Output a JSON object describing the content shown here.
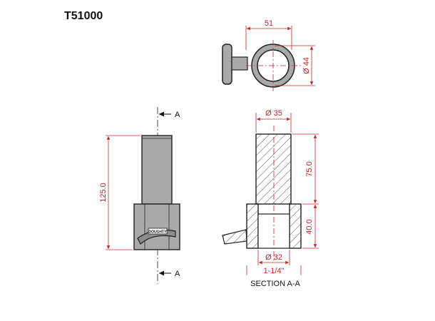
{
  "drawing": {
    "title": "T51000",
    "section_caption": "SECTION A-A",
    "section_marker": "A",
    "logo_text": "DOUGHTY"
  },
  "dimensions": {
    "top_width": "51",
    "top_diameter": "Ø 44",
    "overall_height": "125.0",
    "section_diameter_top": "Ø 35",
    "section_height_upper": "75.0",
    "section_height_lower": "40.0",
    "bore_diameter": "Ø 32",
    "thread": "1-1/4\""
  },
  "colors": {
    "dimension": "#c0272d",
    "outline": "#222222",
    "fill": "#a9a9a9"
  }
}
